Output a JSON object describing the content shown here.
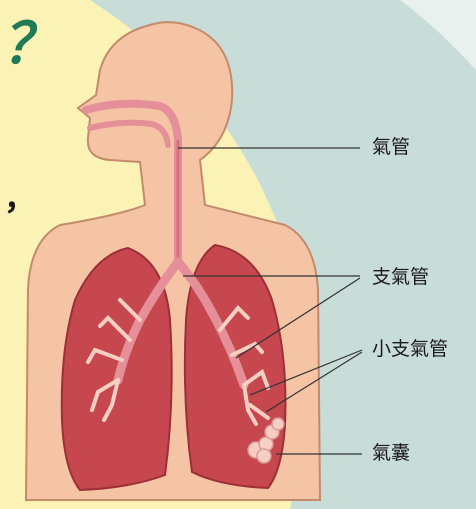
{
  "title_fragment": "？",
  "punctuation": "，",
  "labels": {
    "trachea": "氣管",
    "bronchus": "支氣管",
    "bronchiole": "小支氣管",
    "alveoli": "氣囊"
  },
  "colors": {
    "background_yellow": "#fbf3b6",
    "background_panel": "#c8dcd8",
    "body_fill": "#f4c4a4",
    "lung_fill": "#c7474e",
    "airway": "#e58f98",
    "title_green": "#1f7a57"
  }
}
